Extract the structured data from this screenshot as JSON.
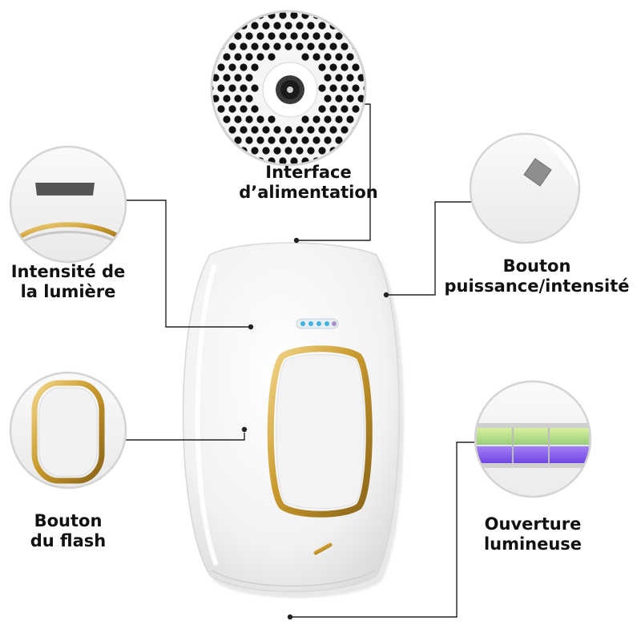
{
  "labels": {
    "power_interface": {
      "line1": "Interface",
      "line2": "d’alimentation"
    },
    "light_intensity": {
      "line1": "Intensité de",
      "line2": "la lumière"
    },
    "power_button": {
      "line1": "Bouton",
      "line2": "puissance/intensité"
    },
    "flash_button": {
      "line1": "Bouton",
      "line2": "du flash"
    },
    "light_aperture": {
      "line1": "Ouverture",
      "line2": "lumineuse"
    }
  },
  "colors": {
    "background": "#ffffff",
    "device_body": "#f4f4f4",
    "device_shadow": "#d9d9d9",
    "gold_ring": "#c9a132",
    "indicator_blue": "#3fb4e4",
    "callout_line": "#222222",
    "uv_glow": "#8a5cf0",
    "label_text": "#111111"
  },
  "icons": {
    "power_port": "dc-port-icon",
    "vent": "vent-holes-icon",
    "intensity_leds": "led-indicator-icon",
    "flash": "flash-button-icon",
    "lamp": "flash-lamp-icon"
  }
}
